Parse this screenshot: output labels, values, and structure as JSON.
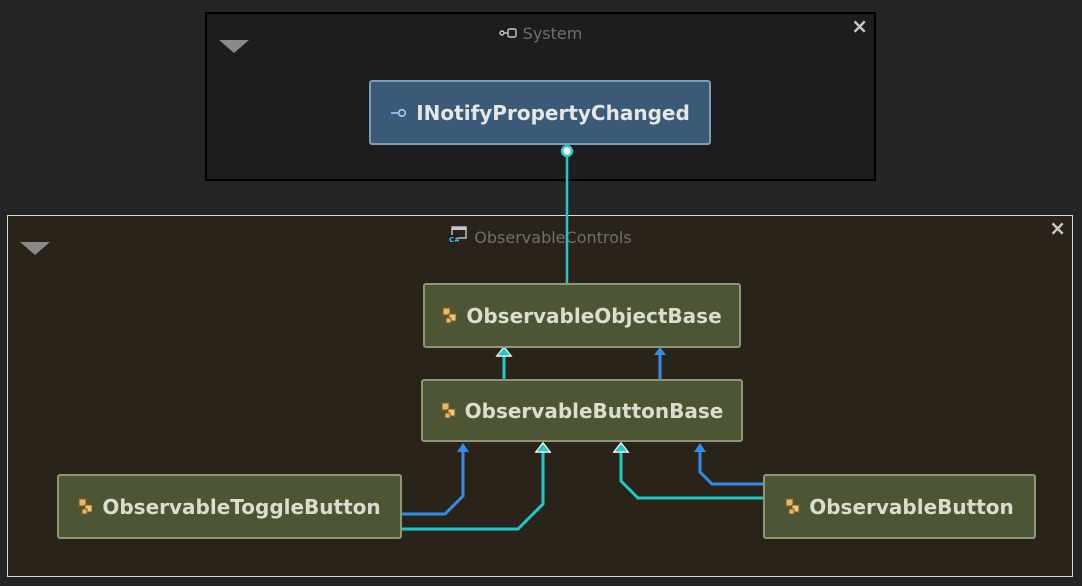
{
  "groups": {
    "system": {
      "title": "System",
      "close": "×"
    },
    "observable_controls": {
      "title": "ObservableControls",
      "close": "×"
    }
  },
  "nodes": {
    "inotify": {
      "label": "INotifyPropertyChanged",
      "kind": "interface",
      "icon": "interface-icon"
    },
    "object_base": {
      "label": "ObservableObjectBase",
      "kind": "class",
      "icon": "class-icon"
    },
    "button_base": {
      "label": "ObservableButtonBase",
      "kind": "class",
      "icon": "class-icon"
    },
    "toggle_button": {
      "label": "ObservableToggleButton",
      "kind": "class",
      "icon": "class-icon"
    },
    "button": {
      "label": "ObservableButton",
      "kind": "class",
      "icon": "class-icon"
    }
  },
  "colors": {
    "implements_edge": "#1fc9c9",
    "inherits_edge": "#2f8fe8",
    "interface_fill": "#3b5a77",
    "class_fill": "#4d5634"
  }
}
